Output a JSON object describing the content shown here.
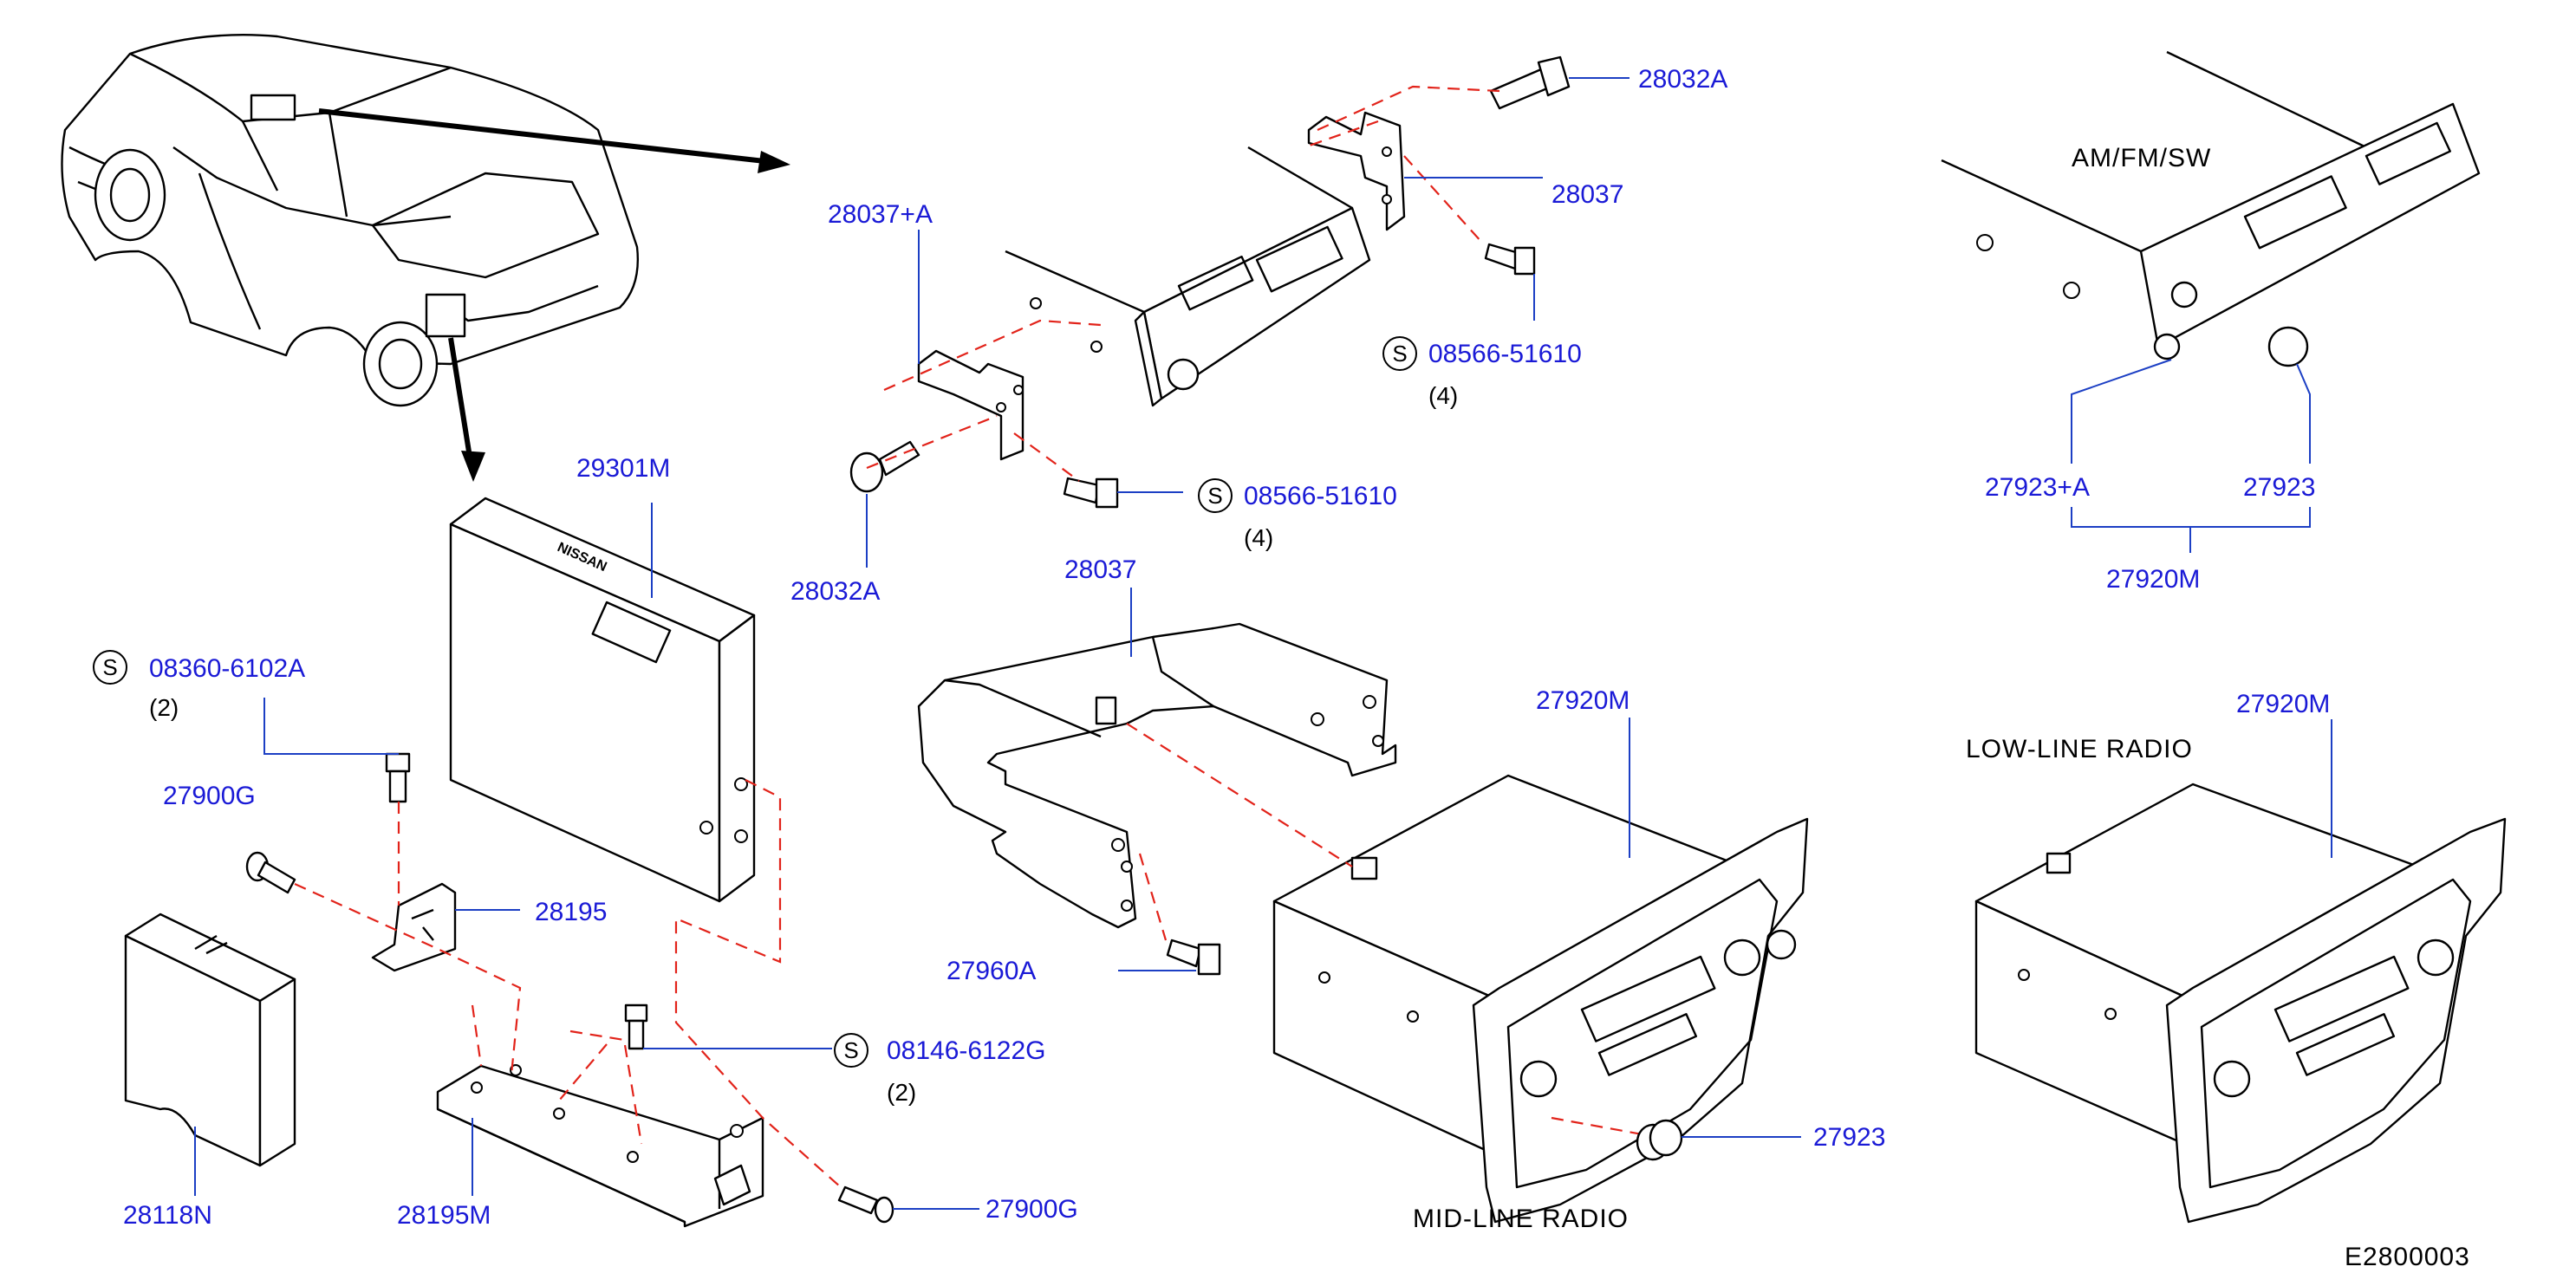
{
  "colors": {
    "part_number": "#1a1ad6",
    "leader": "#1c3fc4",
    "dashed": "#e2231a",
    "ink": "#000000"
  },
  "captions": {
    "am_fm_sw": "AM/FM/SW",
    "low_line": "LOW-LINE   RADIO",
    "mid_line": "MID-LINE   RADIO",
    "diagram_id": "E2800003"
  },
  "device_text": {
    "nissan": "NISSAN"
  },
  "parts": {
    "p28032A_top": "28032A",
    "p28037_top": "28037",
    "p28037A": "28037+A",
    "p08566_right": "08566-51610",
    "p08566_right_qty": "(4)",
    "p08566_left": "08566-51610",
    "p08566_left_qty": "(4)",
    "p28032A_left": "28032A",
    "p29301M": "29301M",
    "p08360": "08360-6102A",
    "p08360_qty": "(2)",
    "p27900G_top": "27900G",
    "p28195": "28195",
    "p28118N": "28118N",
    "p28195M": "28195M",
    "p08146": "08146-6122G",
    "p08146_qty": "(2)",
    "p27900G_bottom": "27900G",
    "p28037_mid": "28037",
    "p27960A": "27960A",
    "p27920M_mid": "27920M",
    "p27923_mid": "27923",
    "p27923A": "27923+A",
    "p27923_top": "27923",
    "p27920M_top": "27920M",
    "p27920M_low": "27920M"
  },
  "s_symbol": "S"
}
